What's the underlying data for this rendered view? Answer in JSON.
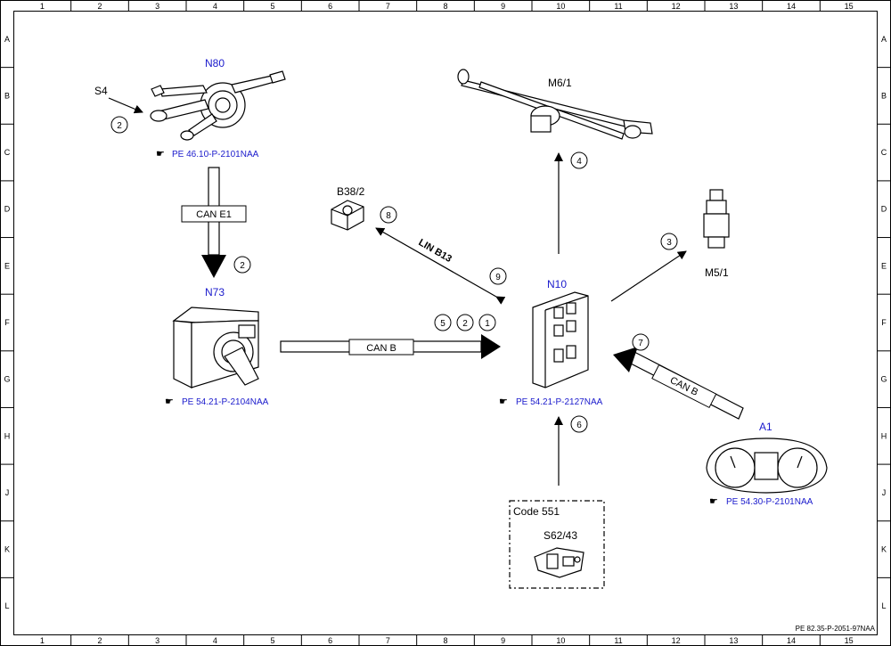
{
  "grid": {
    "columns": [
      "1",
      "2",
      "3",
      "4",
      "5",
      "6",
      "7",
      "8",
      "9",
      "10",
      "11",
      "12",
      "13",
      "14",
      "15"
    ],
    "rows": [
      "A",
      "B",
      "C",
      "D",
      "E",
      "F",
      "G",
      "H",
      "J",
      "K",
      "L"
    ]
  },
  "components": {
    "n80": {
      "label": "N80",
      "ref": "PE 46.10-P-2101NAA"
    },
    "s4": {
      "label": "S4"
    },
    "n73": {
      "label": "N73",
      "ref": "PE 54.21-P-2104NAA"
    },
    "n10": {
      "label": "N10",
      "ref": "PE 54.21-P-2127NAA"
    },
    "m61": {
      "label": "M6/1"
    },
    "b382": {
      "label": "B38/2"
    },
    "m51": {
      "label": "M5/1"
    },
    "a1": {
      "label": "A1",
      "ref": "PE 54.30-P-2101NAA"
    },
    "s6243": {
      "label": "S62/43",
      "code": "Code 551"
    }
  },
  "buses": {
    "can_e1": "CAN E1",
    "can_b_left": "CAN B",
    "can_b_right": "CAN B",
    "lin": "LIN B13"
  },
  "step_numbers": {
    "s4_arrow": "2",
    "can_e1_arrow": "2",
    "m61_arrow": "4",
    "b382_arrow": "8",
    "lin_arrow": "9",
    "can_b_5": "5",
    "can_b_2": "2",
    "can_b_1": "1",
    "m51_arrow": "3",
    "a1_arrow": "7",
    "s6243_arrow": "6"
  },
  "footer": "PE 82.35-P-2051-97NAA"
}
